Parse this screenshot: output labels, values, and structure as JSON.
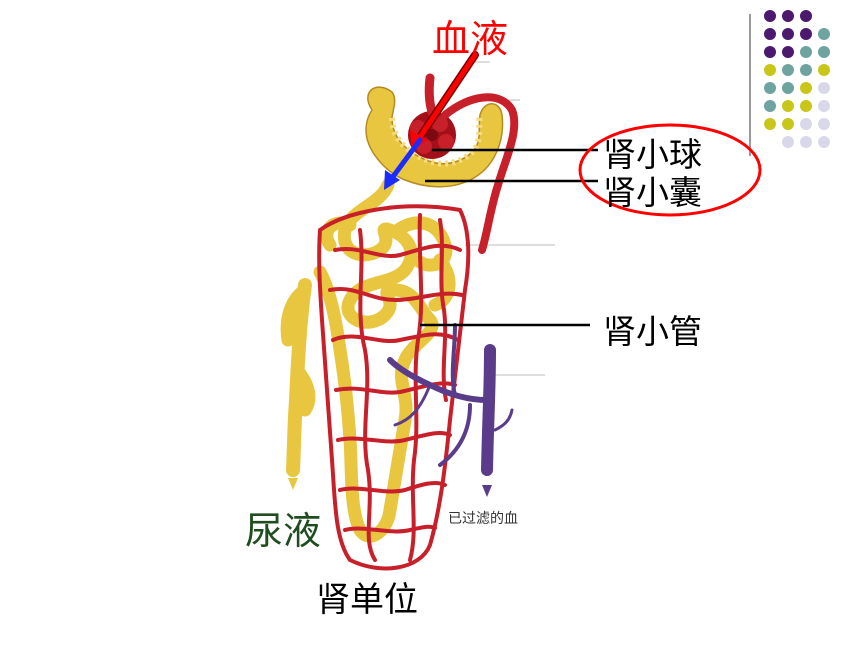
{
  "labels": {
    "blood": "血液",
    "glomerulus": "肾小球",
    "capsule": "肾小囊",
    "tubule": "肾小管",
    "urine": "尿液",
    "filtered_blood": "已过滤的血",
    "nephron": "肾单位"
  },
  "colors": {
    "blood_label": "#ff0000",
    "urine_label": "#1f4d1f",
    "artery": "#c8202a",
    "tubule": "#e8c640",
    "vein": "#5a3c8a",
    "arrow_red": "#ff0000",
    "arrow_blue": "#1a2cff",
    "ellipse": "#ff0000"
  },
  "decoration_dots": {
    "colors": [
      "#4b1a6e",
      "#6fa3a0",
      "#c9c61a",
      "#d9d7ea"
    ]
  }
}
